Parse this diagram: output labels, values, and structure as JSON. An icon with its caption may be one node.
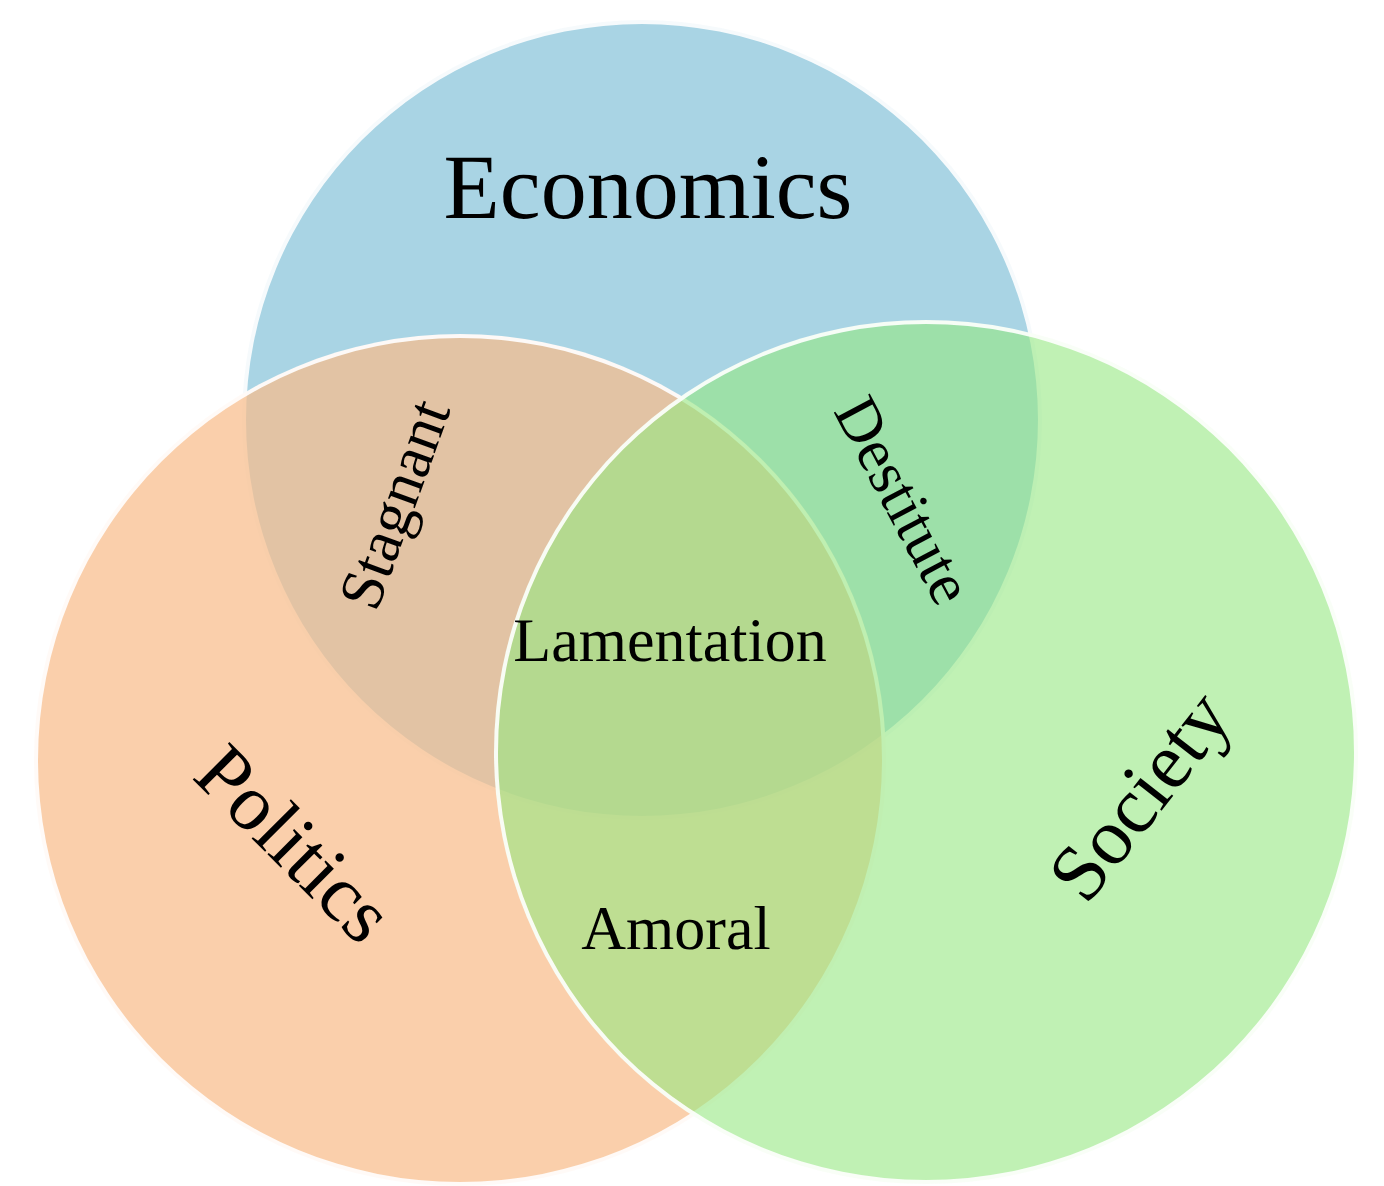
{
  "diagram": {
    "nodes": [
      {
        "text": [
          "Economics"
        ]
      },
      {
        "text": [
          "Politics"
        ]
      },
      {
        "text": [
          "Society"
        ]
      }
    ],
    "edges": [],
    "labels": [
      "Stagnant",
      "Destitute",
      "Lamentation",
      "Amoral"
    ]
  }
}
